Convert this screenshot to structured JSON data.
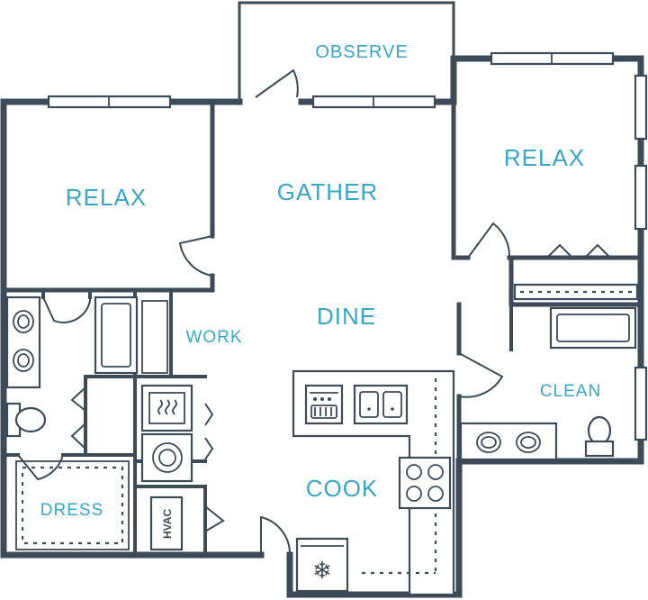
{
  "rooms": {
    "observe": "OBSERVE",
    "relax_left": "RELAX",
    "gather": "GATHER",
    "relax_right": "RELAX",
    "work": "WORK",
    "dine": "DINE",
    "clean": "CLEAN",
    "cook": "COOK",
    "dress": "DRESS"
  },
  "fixtures": {
    "hvac": "HVAC"
  },
  "colors": {
    "label": "#3aa6c3",
    "wall": "#3d4a57",
    "background": "#ffffff"
  },
  "icons": {
    "dishwasher": "dishwasher-icon",
    "sink": "double-sink-icon",
    "stove": "cooktop-icon",
    "fridge": "refrigerator-icon",
    "washer": "washer-icon",
    "dryer": "dryer-icon",
    "toilet": "toilet-icon",
    "bathtub": "bathtub-icon"
  }
}
